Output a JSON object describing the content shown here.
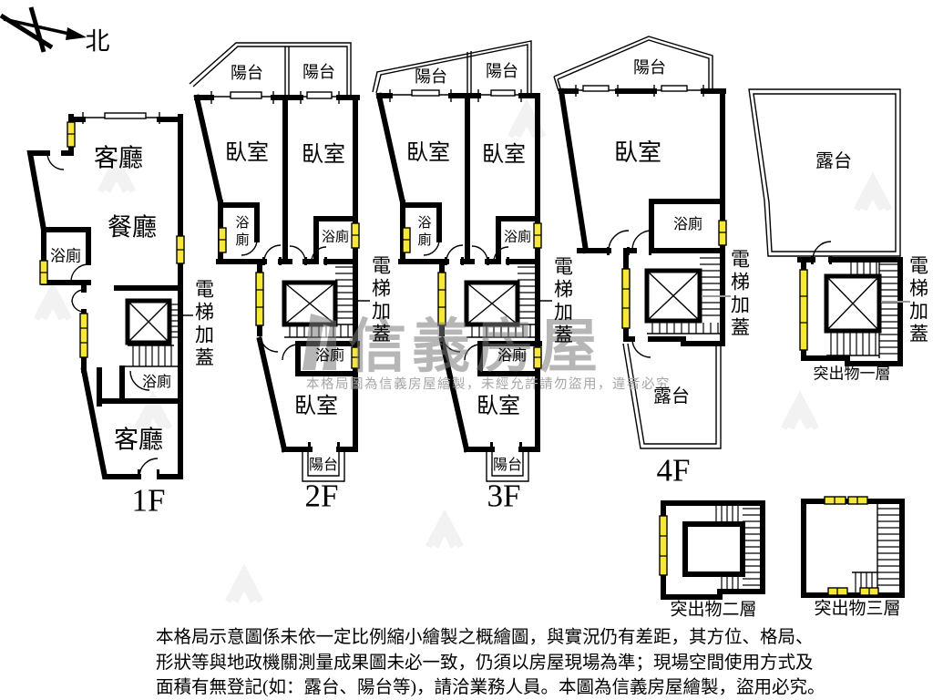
{
  "compass": {
    "north": "北"
  },
  "terms": {
    "living_room": "客廳",
    "dining_room": "餐廳",
    "bathroom": "浴廁",
    "bedroom": "臥室",
    "balcony": "陽台",
    "terrace": "露台",
    "elevator_cover": "電梯加蓋"
  },
  "floor_names": {
    "f1": "1F",
    "f2": "2F",
    "f3": "3F",
    "f4": "4F",
    "p1": "突出物一層",
    "p2": "突出物二層",
    "p3": "突出物三層"
  },
  "watermark": {
    "brand": "信義房屋",
    "notice": "本格局圖為信義房屋繪製，未經允許請勿盜用，違者必究"
  },
  "disclaimer": {
    "line1": "本格局示意圖係未依一定比例縮小繪製之概繪圖，與實況仍有差距，其方位、格局、",
    "line2": "形狀等與地政機關測量成果圖未必一致，仍須以房屋現場為準；現場空間使用方式及",
    "line3": "面積有無登記(如：露台、陽台等)，請洽業務人員。本圖為信義房屋繪製，盜用必究。"
  }
}
